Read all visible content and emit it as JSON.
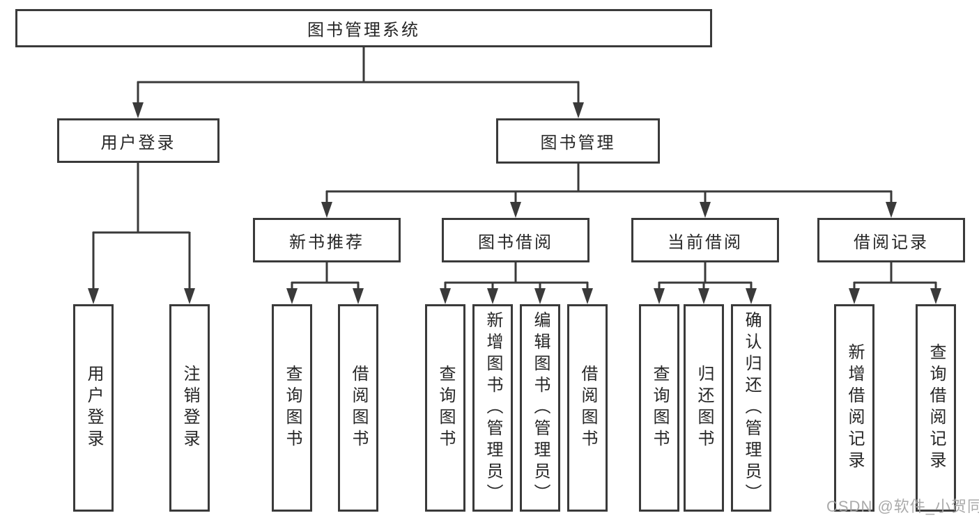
{
  "root": {
    "label": "图书管理系统"
  },
  "level2": [
    {
      "id": "user-login",
      "label": "用户登录"
    },
    {
      "id": "book-management",
      "label": "图书管理"
    }
  ],
  "level3": [
    {
      "id": "new-book-recommendation",
      "parent": "图书管理",
      "label": "新书推荐"
    },
    {
      "id": "book-borrowing",
      "parent": "图书管理",
      "label": "图书借阅"
    },
    {
      "id": "current-borrowing",
      "parent": "图书管理",
      "label": "当前借阅"
    },
    {
      "id": "borrowing-records",
      "parent": "图书管理",
      "label": "借阅记录"
    }
  ],
  "leaves": [
    {
      "parent": "用户登录",
      "label": "用户登录"
    },
    {
      "parent": "用户登录",
      "label": "注销登录"
    },
    {
      "parent": "新书推荐",
      "label": "查询图书"
    },
    {
      "parent": "新书推荐",
      "label": "借阅图书"
    },
    {
      "parent": "图书借阅",
      "label": "查询图书"
    },
    {
      "parent": "图书借阅",
      "label": "新增图书（管理员）"
    },
    {
      "parent": "图书借阅",
      "label": "编辑图书（管理员）"
    },
    {
      "parent": "图书借阅",
      "label": "借阅图书"
    },
    {
      "parent": "当前借阅",
      "label": "查询图书"
    },
    {
      "parent": "当前借阅",
      "label": "归还图书"
    },
    {
      "parent": "当前借阅",
      "label": "确认归还（管理员）"
    },
    {
      "parent": "借阅记录",
      "label": "新增借阅记录"
    },
    {
      "parent": "借阅记录",
      "label": "查询借阅记录"
    }
  ],
  "watermark": {
    "text": "CSDN @软件_小贺同学"
  },
  "colors": {
    "line": "#3a3a3a",
    "box_border": "#3a3a3a",
    "text": "#262626",
    "watermark": "#a3a3a3",
    "background": "#ffffff"
  }
}
